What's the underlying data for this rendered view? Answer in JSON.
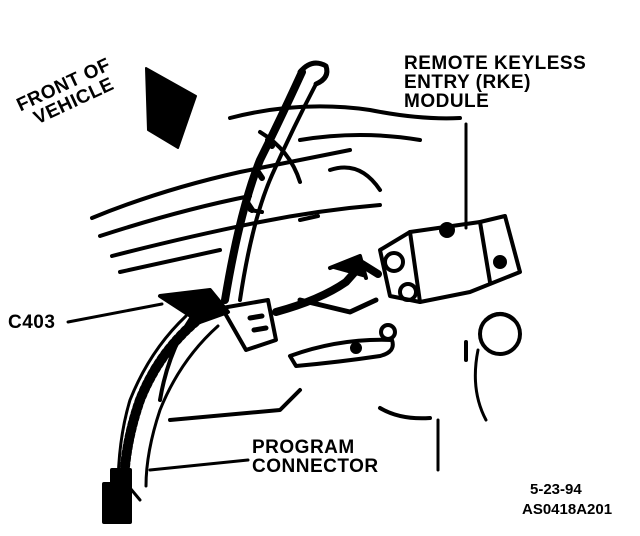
{
  "labels": {
    "front_of_vehicle": [
      "FRONT OF",
      "VEHICLE"
    ],
    "rke_module": [
      "REMOTE KEYLESS",
      "ENTRY (RKE)",
      "MODULE"
    ],
    "c403": "C403",
    "program_connector": [
      "PROGRAM",
      "CONNECTOR"
    ],
    "date": "5-23-94",
    "figure_code": "AS0418A201"
  },
  "colors": {
    "ink": "#000000",
    "paper": "#ffffff"
  }
}
